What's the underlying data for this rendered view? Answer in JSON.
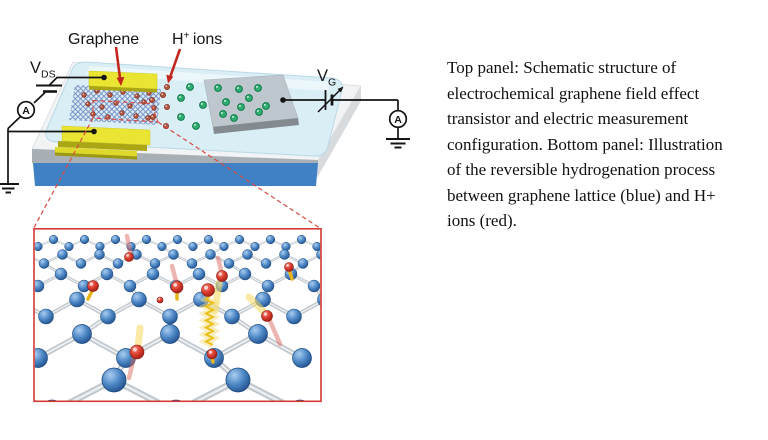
{
  "figure_caption": {
    "lines": [
      "Top panel: Schematic structure of",
      "electrochemical graphene field effect",
      "transistor and electric measurement",
      "configuration. Bottom panel: Illustration",
      "of the reversible hydrogenation process",
      "between graphene lattice (blue) and H+",
      "ions (red)."
    ]
  },
  "schematic": {
    "graphene_label": "Graphene",
    "h_ions_label": {
      "h": "H",
      "plus": "+",
      "ions": "ions"
    },
    "vds_label": {
      "v": "V",
      "sub": "DS"
    },
    "vg_label": {
      "v": "V",
      "sub": "G"
    },
    "ammeter_left": "A",
    "ammeter_right": "A",
    "colors": {
      "graphene_lattice_blue": "#3f7ab8",
      "h_ion_red": "#d32f23",
      "electrode_yellow": "#e9e532",
      "gate_gray": "#bcc5cb",
      "substrate_front_blue": "#3f81c4",
      "electrolyte_blue": "#d9eef7",
      "green_ion": "#2fae74",
      "zoom_box_red": "#d43a34",
      "arrow_red": "#c2261d"
    }
  }
}
